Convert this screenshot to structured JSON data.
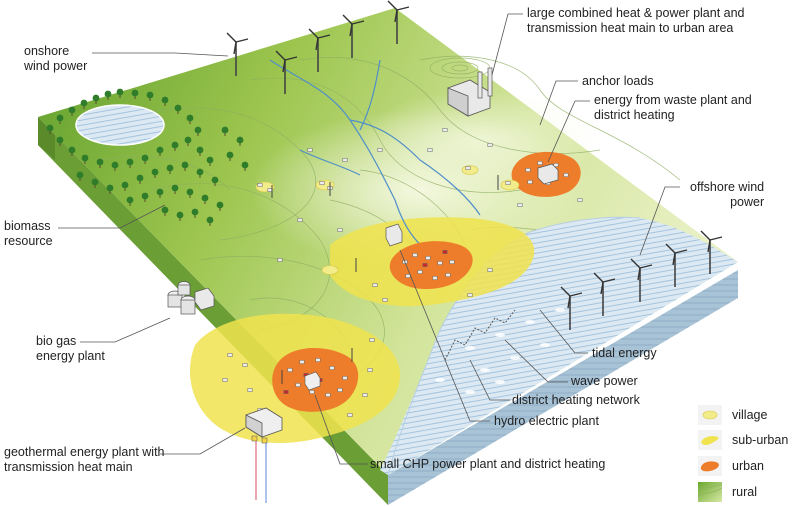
{
  "labels": {
    "onshore_wind": "onshore\nwind power",
    "large_chp": "large combined heat & power plant and\ntransmission heat main to urban area",
    "anchor_loads": "anchor loads",
    "energy_from_waste": "energy from waste plant and\ndistrict heating",
    "offshore_wind": "offshore wind\npower",
    "biomass": "biomass\nresource",
    "bio_gas": "bio gas\nenergy plant",
    "tidal": "tidal energy",
    "wave": "wave power",
    "district_heating_network": "district heating network",
    "hydro": "hydro electric plant",
    "geothermal": "geothermal energy plant with\ntransmission heat main",
    "small_chp": "small CHP power plant and district heating"
  },
  "legend": {
    "village": "village",
    "sub_urban": "sub-urban",
    "urban": "urban",
    "rural": "rural"
  },
  "colors": {
    "rural_light": "#c9e08a",
    "rural_dark": "#6aa82e",
    "sub_urban": "#f0e34e",
    "urban": "#ee7d2b",
    "sea": "#d5e6f2",
    "sea_lines": "#7aa9cf",
    "river": "#4f8fc8",
    "side_front": "#6b9e35",
    "side_right": "#9bb9cf"
  },
  "icons": [
    "wind-turbine-icon",
    "power-plant-icon",
    "tree-icon",
    "house-icon",
    "biogas-tank-icon"
  ]
}
